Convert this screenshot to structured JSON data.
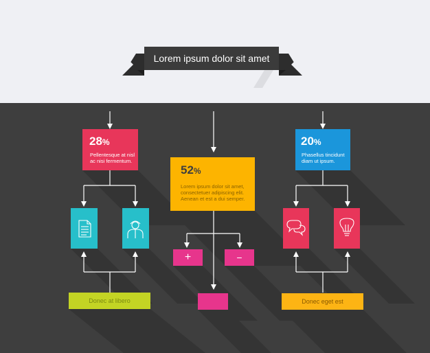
{
  "title": "Lorem ipsum dolor sit amet",
  "left": {
    "percent_number": "28",
    "percent_symbol": "%",
    "text_line1": "Pellentesque at nisl",
    "text_line2": "ac nisi fermentum.",
    "bar_label": "Donec at libero",
    "icons": [
      "document-icon",
      "person-icon"
    ]
  },
  "center": {
    "percent_number": "52",
    "percent_symbol": "%",
    "text_line1": "Lorem ipsum dolor sit amet,",
    "text_line2": "consectetuer adipiscing elit.",
    "text_line3": "Aenean et est a dui semper.",
    "plus_symbol": "+",
    "minus_symbol": "−"
  },
  "right": {
    "percent_number": "20",
    "percent_symbol": "%",
    "text_line1": "Phasellus tincidunt",
    "text_line2": "diam ut ipsum.",
    "bar_label": "Donec eget est",
    "icons": [
      "speech-bubbles-icon",
      "lightbulb-icon"
    ]
  },
  "colors": {
    "red": "#e8365a",
    "teal": "#27bfca",
    "yellow": "#fdb400",
    "blue": "#1b96db",
    "magenta": "#e7358c",
    "lime": "#c3d424",
    "orange": "#fdb414",
    "background_dark": "#3e3e3e",
    "background_light": "#eff0f4"
  }
}
